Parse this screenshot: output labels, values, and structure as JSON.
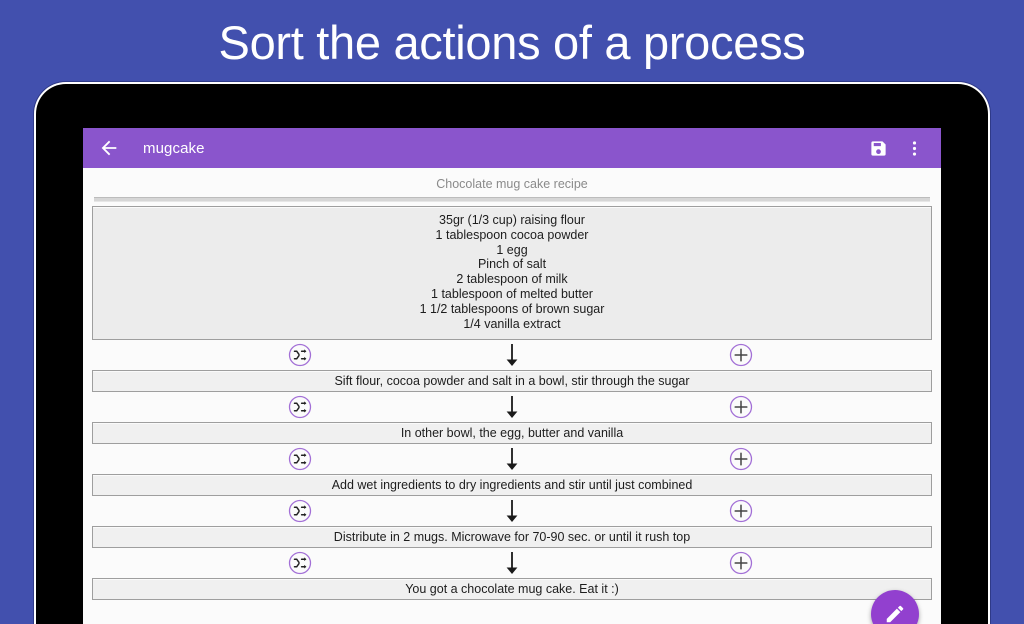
{
  "promo": {
    "headline": "Sort the actions of a process",
    "background_color": "#4250AE",
    "accent_color": "#8a55cc"
  },
  "appbar": {
    "back_icon": "back-arrow-icon",
    "title": "mugcake",
    "save_icon": "save-floppy-icon",
    "overflow_icon": "more-vertical-icon",
    "background_color": "#8a55cc"
  },
  "content": {
    "recipe_title": "Chocolate mug cake recipe",
    "ingredients": [
      "35gr (1/3 cup) raising flour",
      "1 tablespoon cocoa powder",
      "1 egg",
      "Pinch of salt",
      "2 tablespoon of milk",
      "1 tablespoon of melted butter",
      "1 1/2 tablespoons of brown sugar",
      "1/4 vanilla extract"
    ],
    "connector": {
      "shuffle_icon": "shuffle-icon",
      "arrow_icon": "arrow-down-icon",
      "add_icon": "plus-circle-icon"
    },
    "steps": [
      "Sift flour, cocoa powder and salt in a bowl, stir through the sugar",
      "In other bowl, the egg, butter and vanilla",
      "Add wet ingredients to dry ingredients and stir until just combined",
      "Distribute in 2 mugs. Microwave for 70-90 sec. or until it rush top",
      "You got a chocolate mug cake. Eat it :)"
    ]
  },
  "fab": {
    "icon": "pencil-edit-icon",
    "color": "#9240cf"
  }
}
